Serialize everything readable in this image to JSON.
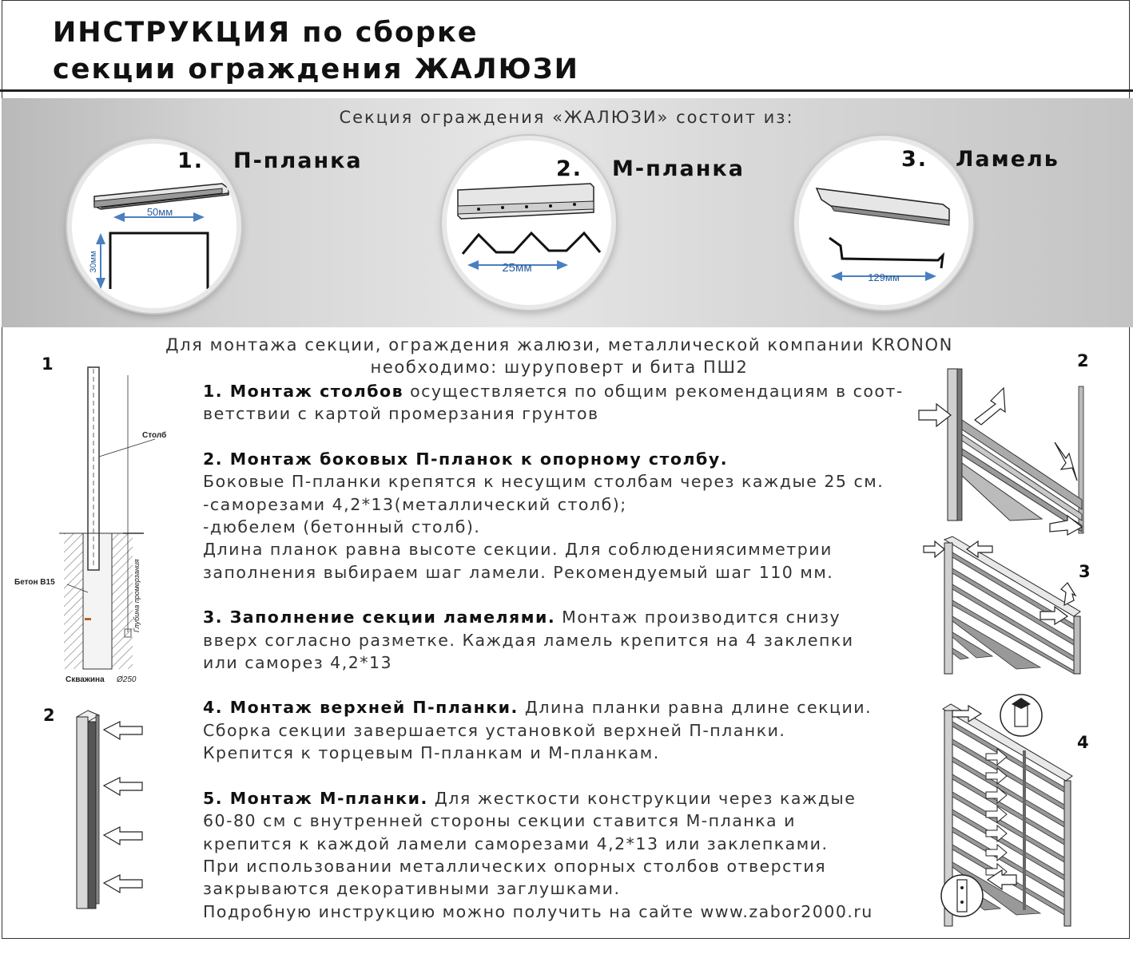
{
  "title": {
    "line1": "ИНСТРУКЦИЯ по сборке",
    "line2": "секции ограждения ЖАЛЮЗИ"
  },
  "components": {
    "heading": "Секция ограждения «ЖАЛЮЗИ» состоит из:",
    "items": [
      {
        "num": "1.",
        "name": "П-планка",
        "dim_w": "50мм",
        "dim_h": "30мм"
      },
      {
        "num": "2.",
        "name": "М-планка",
        "dim_w": "25мм"
      },
      {
        "num": "3.",
        "name": "Ламель",
        "dim_w": "129мм"
      }
    ]
  },
  "intro": {
    "line1": "Для монтажа секции, ограждения жалюзи, металлической компании KRONON",
    "line2": "необходимо: шуруповерт и бита ПШ2"
  },
  "steps": [
    {
      "heading": "1. Монтаж столбов",
      "lines": [
        " осуществляется по общим рекомендациям в соот-",
        "ветствии с картой промерзания грунтов"
      ]
    },
    {
      "heading": "2. Монтаж боковых П-планок к опорному столбу.",
      "lines": [
        "Боковые П-планки крепятся  к несущим столбам через каждые 25 см.",
        "-саморезами 4,2*13(металлический столб);",
        "-дюбелем (бетонный столб).",
        "Длина планок равна высоте секции. Для соблюдениясимметрии",
        "заполнения выбираем шаг ламели. Рекомендуемый  шаг 110 мм."
      ]
    },
    {
      "heading": "3. Заполнение секции ламелями.",
      "lines": [
        " Монтаж производится снизу",
        "вверх согласно разметке. Каждая ламель крепится на 4 заклепки",
        "или саморез 4,2*13"
      ]
    },
    {
      "heading": "4. Монтаж верхней П-планки.",
      "lines": [
        " Длина планки равна длине секции.",
        "Сборка секции завершается установкой верхней П-планки.",
        "Крепится к торцевым П-планкам и М-планкам."
      ]
    },
    {
      "heading": "5. Монтаж М-планки.",
      "lines": [
        " Для жесткости конструкции через каждые",
        "60-80 см с внутренней стороны секции ставится М-планка и",
        "крепится к каждой ламели саморезами 4,2*13 или заклепками.",
        "При использовании металлических опорных столбов отверстия",
        "закрываются декоративными заглушками.",
        "Подробную инструкцию можно получить на сайте www.zabor2000.ru"
      ]
    }
  ],
  "figures": {
    "left": [
      {
        "num": "1",
        "label_post": "Столб",
        "label_concrete": "Бетон В15",
        "label_depth": "Глубина промерзания",
        "label_hole": "Скважина",
        "label_diameter": "Ø250"
      },
      {
        "num": "2"
      }
    ],
    "right": [
      {
        "num": "2"
      },
      {
        "num": "3"
      },
      {
        "num": "4"
      }
    ]
  },
  "colors": {
    "band": "#d4d4d4",
    "arrow": "#4a7fc1",
    "metal": "#9a9a9a"
  }
}
